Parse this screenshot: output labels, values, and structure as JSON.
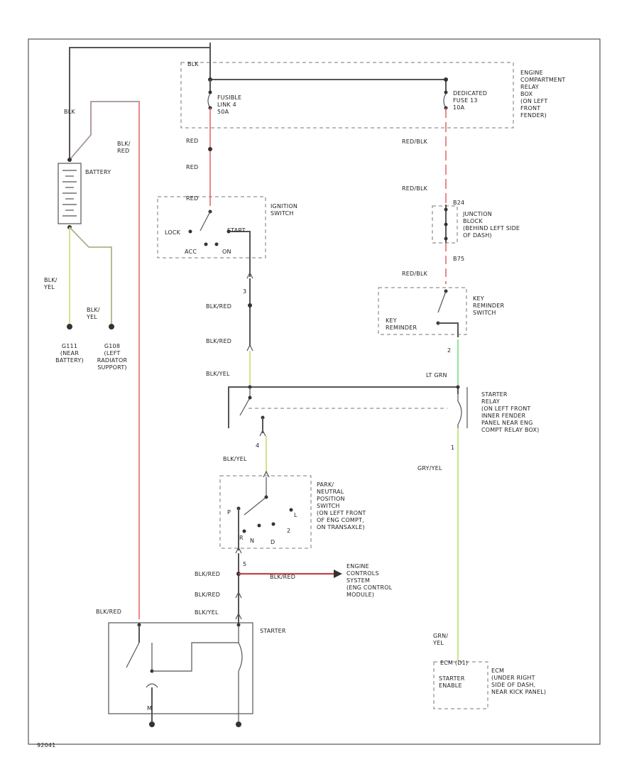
{
  "colors": {
    "border": "#555555",
    "red_wire": "#e46a6a",
    "yellow_wire": "#d9e08a",
    "green_wire": "#8fe6a0",
    "text": "#222222"
  },
  "labels": {
    "blk_top": "BLK",
    "blk_left": "BLK",
    "blk_red_batt": "BLK/\nRED",
    "battery": "BATTERY",
    "blk_yel_1": "BLK/\nYEL",
    "blk_yel_2": "BLK/\nYEL",
    "ground_g111": "G111\n(NEAR\nBATTERY)",
    "ground_g108": "G108\n(LEFT\nRADIATOR\nSUPPORT)",
    "fusible_link": "FUSIBLE\nLINK 4\n50A",
    "dedicated_fuse": "DEDICATED\nFUSE 13\n10A",
    "engine_relay_box": "ENGINE\nCOMPARTMENT\nRELAY\nBOX\n(ON LEFT\nFRONT\nFENDER)",
    "red_1": "RED",
    "red_2": "RED",
    "red_3": "RED",
    "red_blk_1": "RED/BLK",
    "red_blk_2": "RED/BLK",
    "red_blk_3": "RED/BLK",
    "ignition_switch": "IGNITION\nSWITCH",
    "lock": "LOCK",
    "start": "START",
    "acc": "ACC",
    "on": "ON",
    "junction_block": "JUNCTION\nBLOCK\n(BEHIND LEFT SIDE\nOF DASH)",
    "jb_conn_1": "B24",
    "jb_conn_2": "B75",
    "key_reminder": "KEY\nREMINDER\nSWITCH",
    "key_reminder_inner": "KEY\nREMINDER",
    "pin_1": "1",
    "pin_2": "2",
    "pin_3": "3",
    "pin_4": "4",
    "pin_5": "5",
    "blk_red_1": "BLK/RED",
    "blk_red_2": "BLK/RED",
    "blk_red_3": "BLK/RED",
    "blk_red_4": "BLK/RED",
    "blk_red_5": "BLK/RED",
    "blk_yel_3": "BLK/YEL",
    "blk_yel_4": "BLK/YEL",
    "blk_yel_5": "BLK/YEL",
    "lt_grn": "LT GRN",
    "starter_relay": "STARTER\nRELAY\n(ON LEFT FRONT\nINNER FENDER\nPANEL NEAR ENG\nCOMPT RELAY BOX)",
    "gry_yel_1": "GRY/YEL",
    "gry_yel_2": "GRN/\nYEL",
    "park_neutral": "PARK/\nNEUTRAL\nPOSITION\nSWITCH\n(ON LEFT FRONT\nOF ENG COMPT,\nON TRANSAXLE)",
    "pn_p": "P",
    "pn_r": "R",
    "pn_n": "N",
    "pn_d": "D",
    "pn_2": "2",
    "pn_l": "L",
    "engine_controls": "ENGINE\nCONTROLS\nSYSTEM\n(ENG CONTROL\nMODULE)",
    "starter": "STARTER",
    "blk_red_starter": "BLK/RED",
    "ecm_conn": "ECM (D1)",
    "starter_enable": "STARTER\nENABLE",
    "ecm_desc": "ECM\n(UNDER RIGHT\nSIDE OF DASH,\nNEAR KICK PANEL)",
    "m_label": "M",
    "diagram_id": "92041"
  }
}
